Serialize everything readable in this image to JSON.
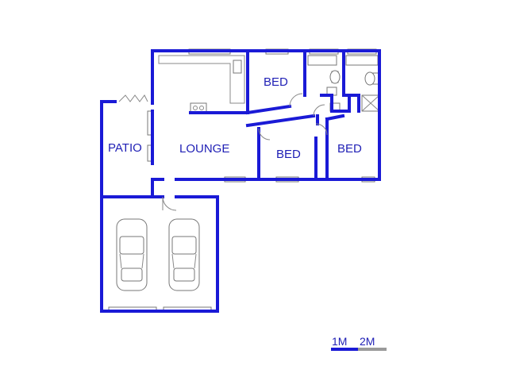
{
  "rooms": {
    "bed_1": "BED",
    "bed_2": "BED",
    "bed_3": "BED",
    "lounge": "LOUNGE",
    "patio": "PATIO"
  },
  "scale": {
    "one": "1M",
    "two": "2M"
  },
  "colors": {
    "wall": "#1a1ad6",
    "label": "#1f1fb5"
  },
  "icons": [
    "car-icon",
    "car-icon",
    "toilet-icon",
    "toilet-icon",
    "sink-icon",
    "shower-icon",
    "stove-icon",
    "door-icon"
  ]
}
